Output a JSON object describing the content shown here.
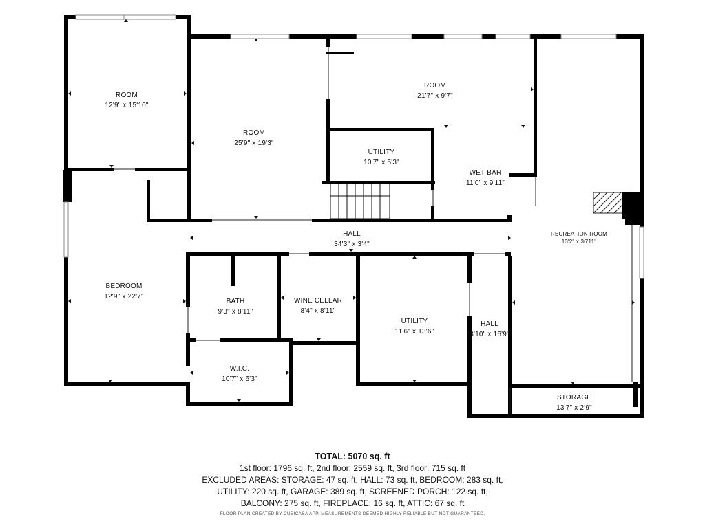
{
  "rooms": [
    {
      "id": "room-1",
      "name": "ROOM",
      "dim": "12'9\" x 15'10\""
    },
    {
      "id": "room-2",
      "name": "ROOM",
      "dim": "25'9\" x 19'3\""
    },
    {
      "id": "room-3",
      "name": "ROOM",
      "dim": "21'7\" x 9'7\""
    },
    {
      "id": "utility-1",
      "name": "UTILITY",
      "dim": "10'7\" x 5'3\""
    },
    {
      "id": "wet-bar",
      "name": "WET BAR",
      "dim": "11'0\" x 9'11\""
    },
    {
      "id": "recreation-room",
      "name": "RECREATION ROOM",
      "dim": "13'2\" x 36'11\""
    },
    {
      "id": "hall-1",
      "name": "HALL",
      "dim": "34'3\" x 3'4\""
    },
    {
      "id": "bedroom",
      "name": "BEDROOM",
      "dim": "12'9\" x 22'7\""
    },
    {
      "id": "bath",
      "name": "BATH",
      "dim": "9'3\" x 8'11\""
    },
    {
      "id": "wine-cellar",
      "name": "WINE CELLAR",
      "dim": "8'4\" x 8'11\""
    },
    {
      "id": "utility-2",
      "name": "UTILITY",
      "dim": "11'6\" x 13'6\""
    },
    {
      "id": "hall-2",
      "name": "HALL",
      "dim": "3'10\" x 16'9\""
    },
    {
      "id": "wic",
      "name": "W.I.C.",
      "dim": "10'7\" x 6'3\""
    },
    {
      "id": "storage",
      "name": "STORAGE",
      "dim": "13'7\" x 2'9\""
    }
  ],
  "summary": {
    "total": "TOTAL: 5070 sq. ft",
    "line1": "1st floor: 1796 sq. ft, 2nd floor: 2559 sq. ft, 3rd floor: 715 sq. ft",
    "line2": "EXCLUDED AREAS: STORAGE: 47 sq. ft, HALL: 73 sq. ft, BEDROOM: 283 sq. ft,",
    "line3": "UTILITY: 220 sq. ft, GARAGE: 389 sq. ft, SCREENED PORCH: 122 sq. ft,",
    "line4": "BALCONY: 275 sq. ft, FIREPLACE: 16 sq. ft, ATTIC: 67 sq. ft",
    "disclaimer": "FLOOR PLAN CREATED BY CUBICASA APP. MEASUREMENTS DEEMED HIGHLY RELIABLE BUT NOT GUARANTEED."
  }
}
